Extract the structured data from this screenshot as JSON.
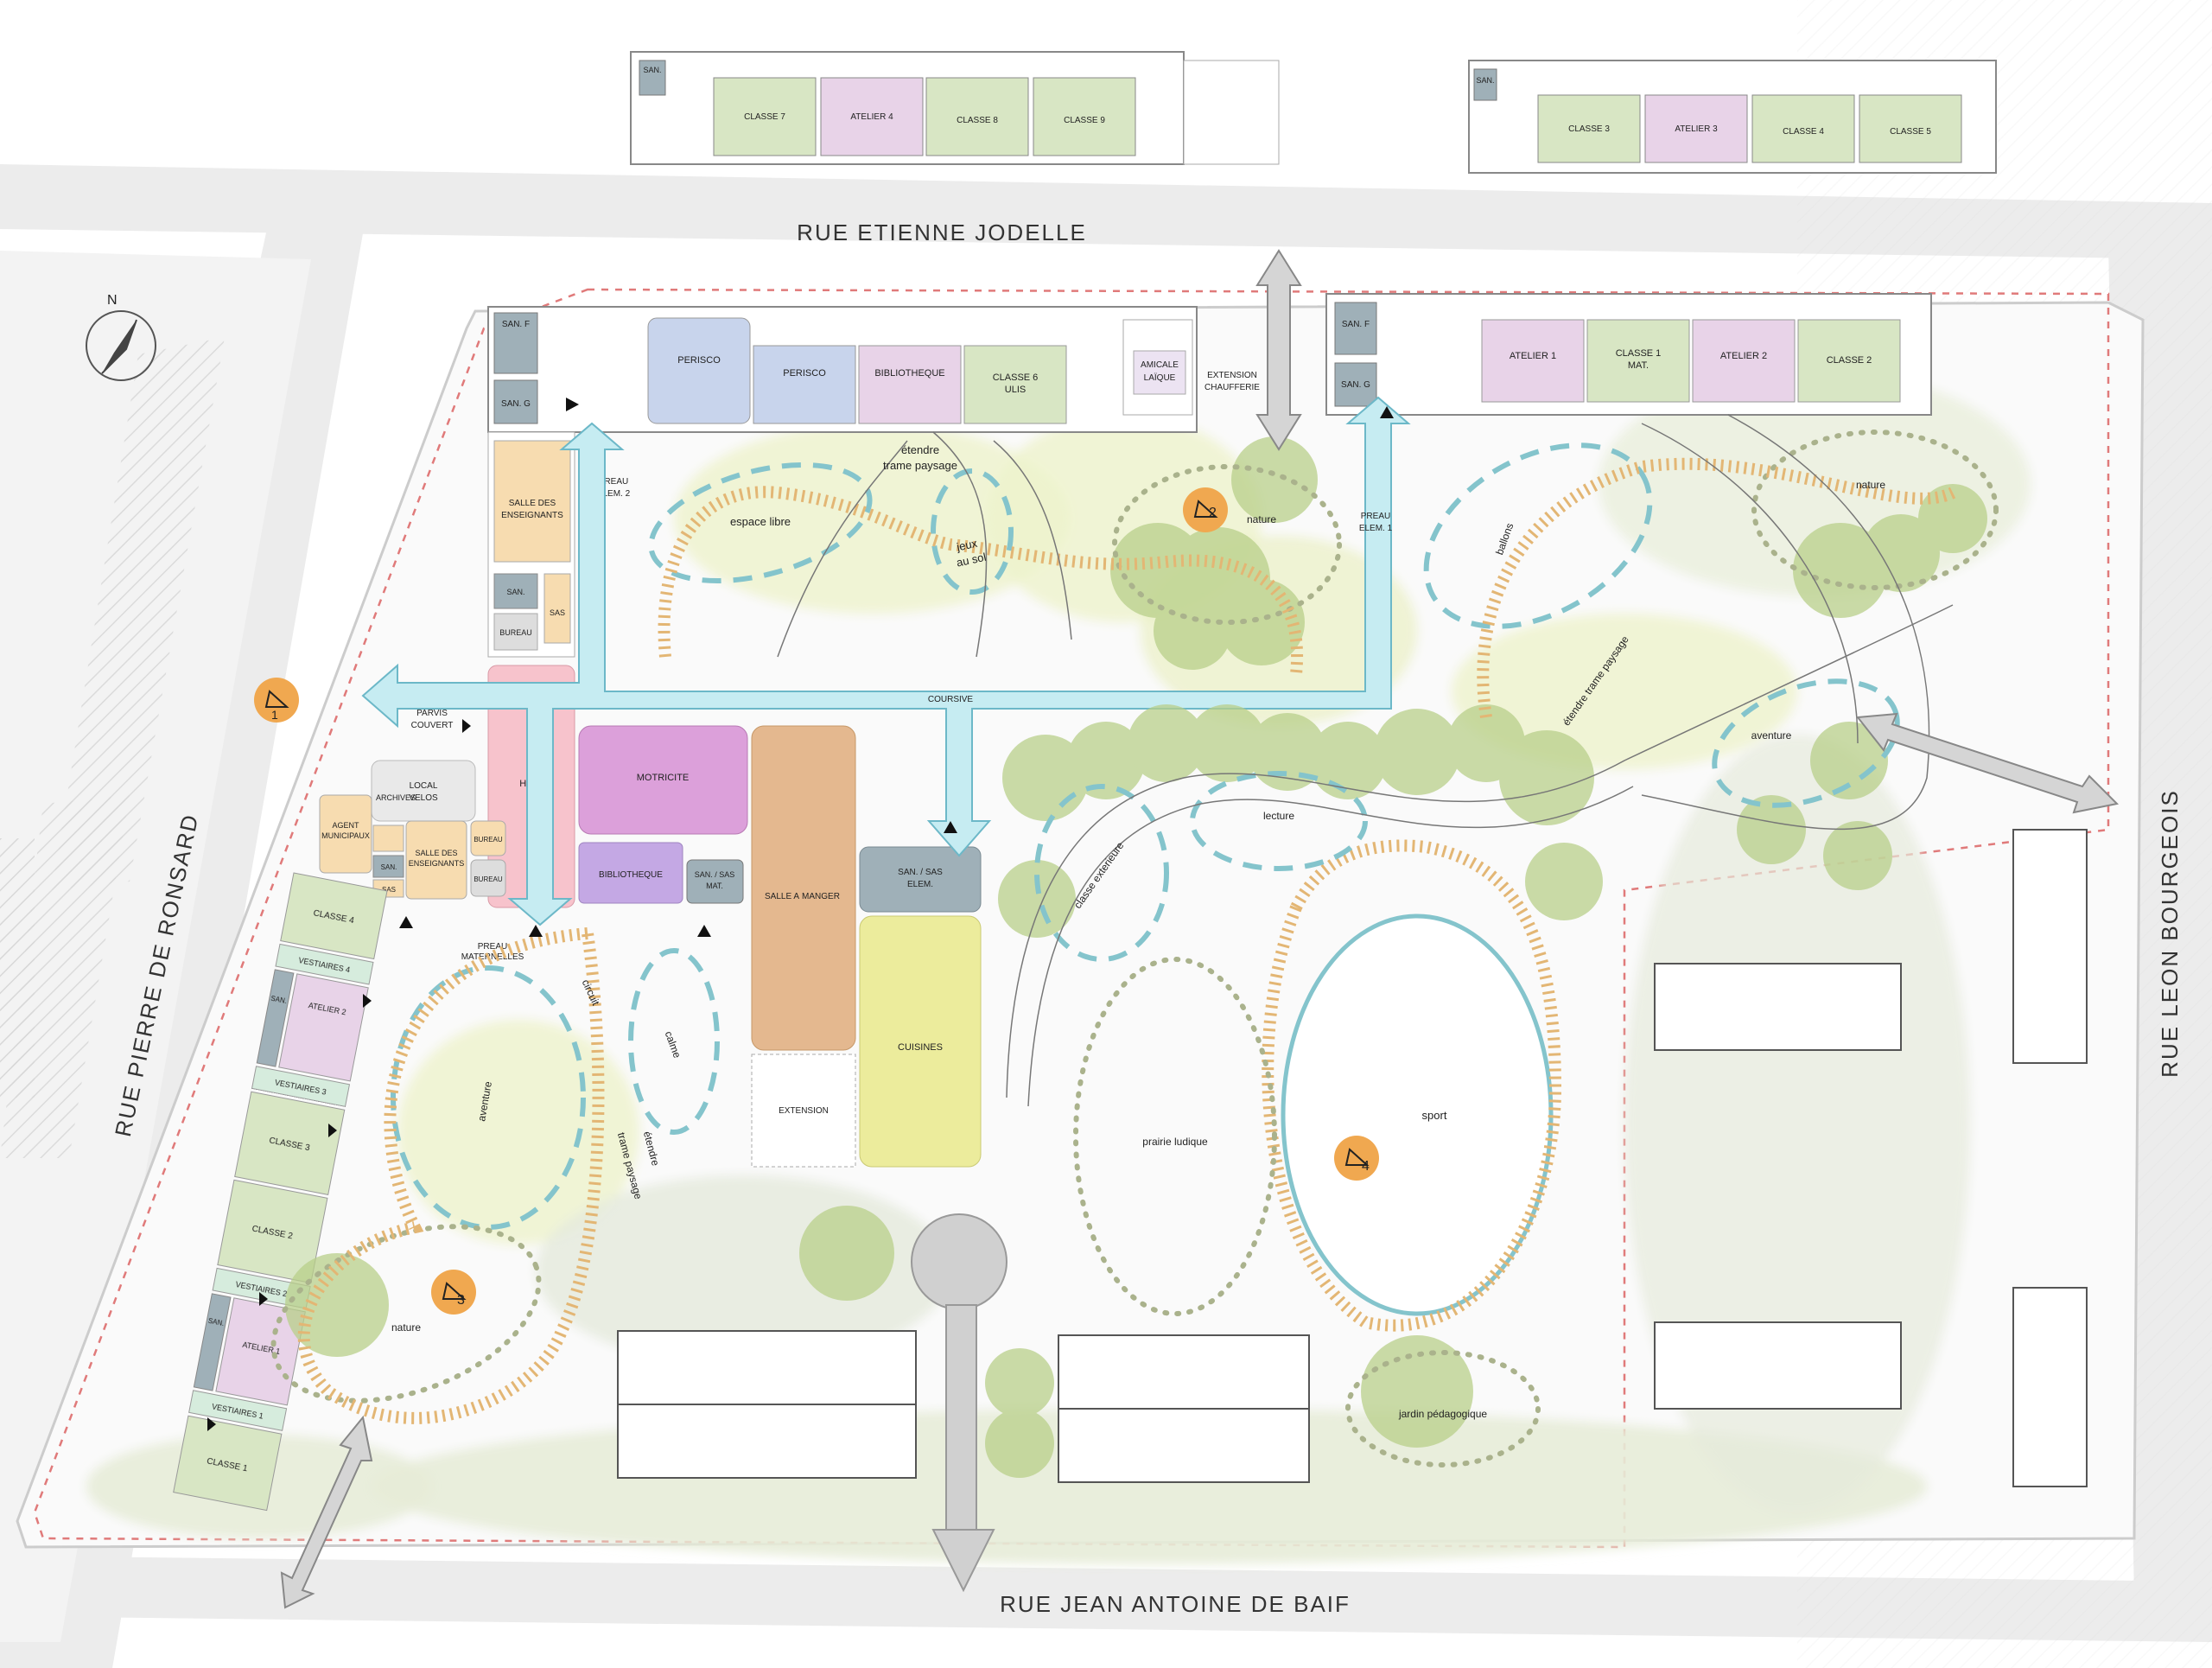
{
  "streets": {
    "north": "RUE ETIENNE JODELLE",
    "west": "RUE PIERRE DE RONSARD",
    "east": "RUE LEON BOURGEOIS",
    "south": "RUE JEAN ANTOINE DE BAIF"
  },
  "compass": {
    "label": "N"
  },
  "top_left_building": {
    "rooms": [
      "SAN.",
      "CLASSE 7",
      "ATELIER 4",
      "CLASSE 8",
      "CLASSE 9"
    ]
  },
  "top_right_building": {
    "rooms": [
      "SAN.",
      "CLASSE 3",
      "ATELIER 3",
      "CLASSE 4",
      "CLASSE 5"
    ]
  },
  "north_wing_left": {
    "san_f": "SAN. F",
    "san_g": "SAN. G",
    "perisco_1": "PERISCO",
    "perisco_2": "PERISCO",
    "bibliotheque": "BIBLIOTHEQUE",
    "classe6": "CLASSE 6",
    "ulis": "ULIS",
    "amicale": "AMICALE",
    "laique": "LAÏQUE",
    "extension": "EXTENSION",
    "chaufferie": "CHAUFFERIE"
  },
  "north_wing_right": {
    "san_f": "SAN. F",
    "san_g": "SAN. G",
    "atelier1": "ATELIER 1",
    "classe1": "CLASSE 1",
    "mat": "MAT.",
    "atelier2": "ATELIER 2",
    "classe2": "CLASSE 2"
  },
  "west_block": {
    "salle_1": "SALLE DES",
    "salle_2": "ENSEIGNANTS",
    "san": "SAN.",
    "sas": "SAS",
    "bureau": "BUREAU",
    "preau_1": "PREAU",
    "preau_2": "ELEM. 2"
  },
  "central": {
    "hall": "HALL",
    "parvis_1": "PARVIS",
    "parvis_2": "COUVERT",
    "motricite": "MOTRICITE",
    "bibliotheque": "BIBLIOTHEQUE",
    "san_sas_mat_1": "SAN. / SAS",
    "san_sas_mat_2": "MAT.",
    "salle_a_manger_1": "SALLE A",
    "salle_a_manger_2": "MANGER",
    "san_sas_elem_1": "SAN. / SAS",
    "san_sas_elem_2": "ELEM.",
    "cuisines": "CUISINES",
    "extension": "EXTENSION",
    "coursive": "COURSIVE",
    "preau_elem1_1": "PREAU",
    "preau_elem1_2": "ELEM. 1"
  },
  "maternelle_block": {
    "local_1": "LOCAL",
    "local_2": "VELOS",
    "agent_1": "AGENT",
    "agent_2": "MUNICIPAUX",
    "archives": "ARCHIVES",
    "san": "SAN.",
    "sas": "SAS",
    "salle_1": "SALLE DES",
    "salle_2": "ENSEIGNANTS",
    "bureau_1": "BUREAU",
    "bureau_2": "BUREAU",
    "classe4": "CLASSE 4",
    "vestiaires4": "VESTIAIRES 4",
    "san_2": "SAN.",
    "atelier2": "ATELIER 2",
    "vestiaires3": "VESTIAIRES 3",
    "classe3": "CLASSE 3",
    "classe2": "CLASSE 2",
    "vestiaires2": "VESTIAIRES 2",
    "san_3": "SAN.",
    "atelier1": "ATELIER 1",
    "vestiaires1": "VESTIAIRES 1",
    "classe1": "CLASSE 1",
    "preau_mat_1": "PREAU",
    "preau_mat_2": "MATERNELLES"
  },
  "zones": {
    "espace_libre": "espace libre",
    "jeux_1": "jeux",
    "jeux_2": "au sol",
    "etendre_1": "étendre",
    "etendre_2": "trame paysage",
    "nature_n": "nature",
    "ballons": "ballons",
    "nature_ne": "nature",
    "etendre_e": "étendre trame paysage",
    "aventure_e": "aventure",
    "lecture": "lecture",
    "classe_ext": "classe exterieure",
    "prairie": "prairie ludique",
    "sport": "sport",
    "jardin": "jardin pédagogique",
    "aventure_w": "aventure",
    "calme": "calme",
    "circuit": "circuit",
    "etendre_w_1": "étendre",
    "etendre_w_2": "trame paysage",
    "nature_sw": "nature"
  },
  "viewpoints": [
    "1",
    "2",
    "3",
    "4"
  ],
  "colors": {
    "classroom": "#d8e6c4",
    "atelier": "#e8d3e8",
    "perisco": "#c8d4ec",
    "teachers": "#f7dcb0",
    "hall": "#f7c3cc",
    "motricite": "#dca0da",
    "bibliotheque_c": "#c4a8e4",
    "dining": "#e4b88f",
    "kitchen": "#ecec9c",
    "san_sas": "#9fb0b8",
    "circulation": "#c6ecf2",
    "tree": "#b8cf8a",
    "path": "#e3b674",
    "teal_dash": "#84c4cc",
    "viewpoint": "#f0a850",
    "site_limit": "#e07a7a"
  }
}
